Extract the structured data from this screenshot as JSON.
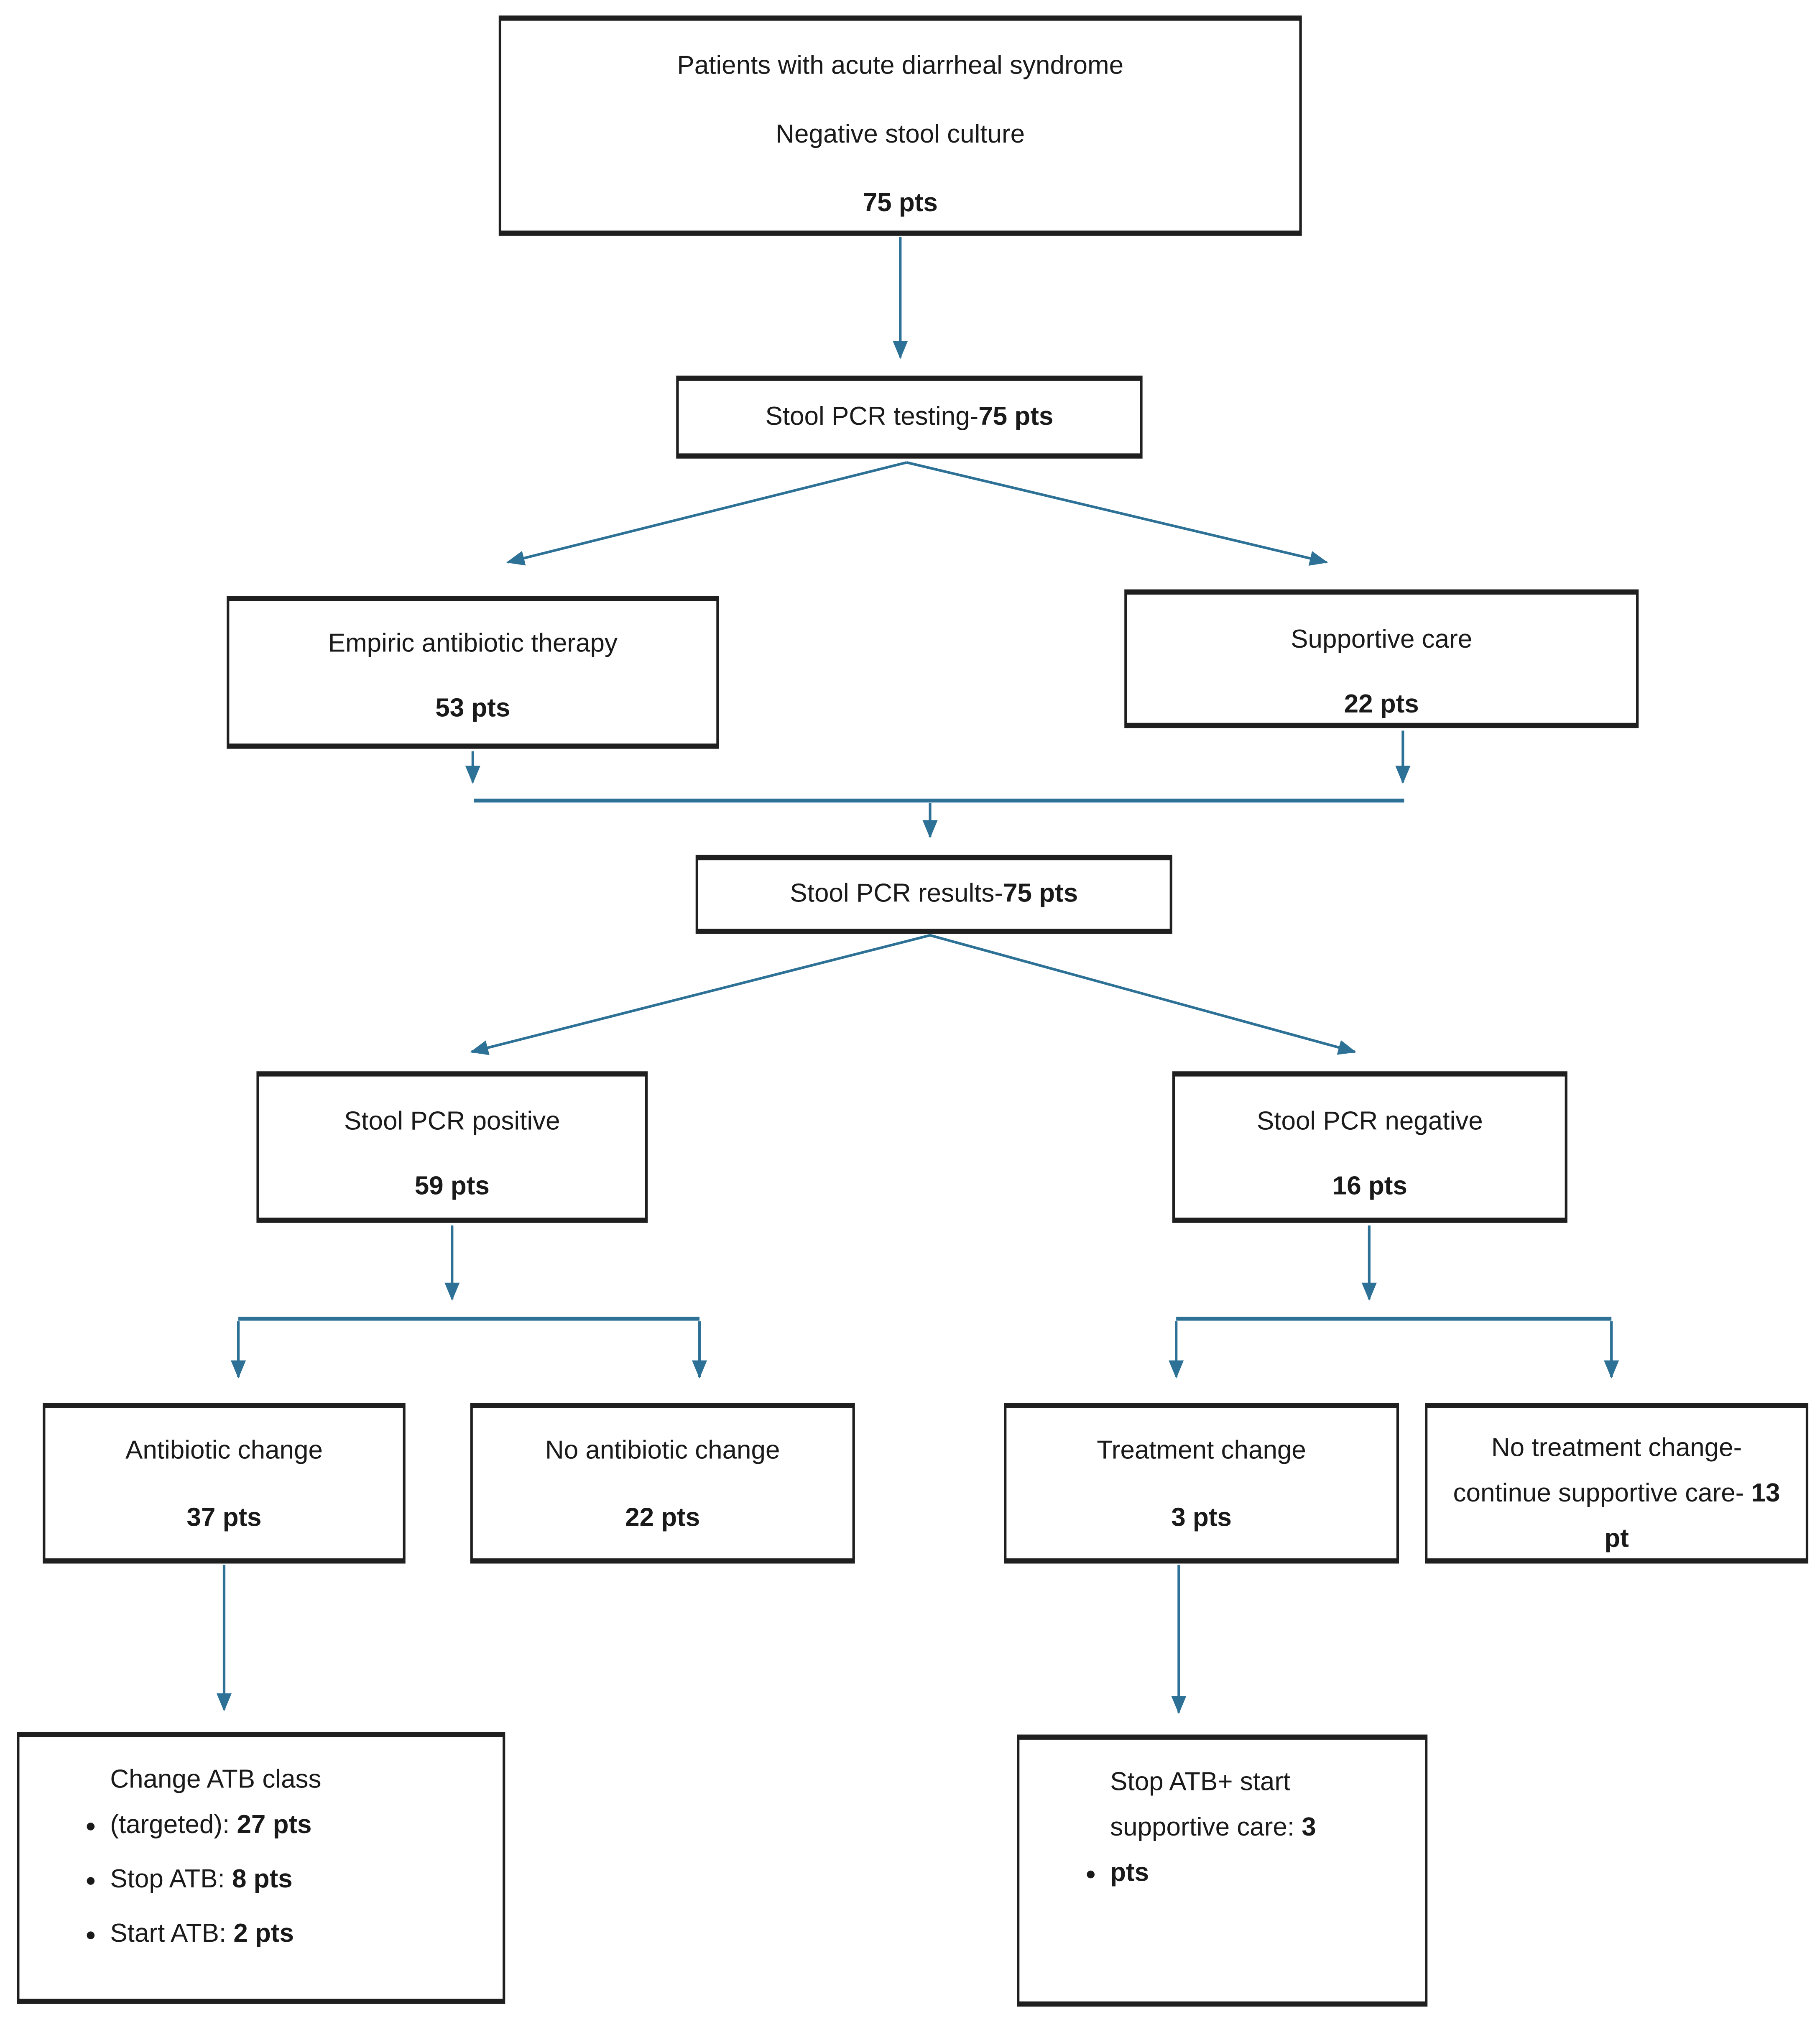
{
  "diagram": {
    "title_hint": "Patient flow diagram for stool PCR testing",
    "colors": {
      "arrow": "#2d7196",
      "box_border": "#1f1f1f",
      "text": "#1a1a1a",
      "background": "#ffffff"
    },
    "nodes": {
      "root": {
        "line1": "Patients with acute diarrheal syndrome",
        "line2": "Negative stool culture",
        "pts": "75 pts"
      },
      "pcr_testing": {
        "title": "Stool PCR testing- ",
        "pts": "75 pts"
      },
      "empiric": {
        "title": "Empiric antibiotic therapy",
        "pts": "53 pts"
      },
      "supportive": {
        "title": "Supportive care",
        "pts": "22 pts"
      },
      "pcr_results": {
        "title": "Stool PCR results- ",
        "pts": "75 pts"
      },
      "pcr_positive": {
        "title": "Stool PCR positive",
        "pts": "59 pts"
      },
      "pcr_negative": {
        "title": "Stool PCR negative",
        "pts": "16 pts"
      },
      "atb_change": {
        "title": "Antibiotic change",
        "pts": "37 pts"
      },
      "no_atb_change": {
        "title": "No antibiotic change",
        "pts": "22 pts"
      },
      "treatment_change": {
        "title": "Treatment change",
        "pts": "3 pts"
      },
      "no_treatment_change": {
        "title": "No treatment change- continue supportive care- ",
        "pts": "13 pt"
      },
      "atb_change_detail": {
        "bullets": [
          {
            "text": "Change ATB class (targeted): ",
            "value": "27 pts"
          },
          {
            "text": "Stop ATB: ",
            "value": "8 pts"
          },
          {
            "text": "Start ATB: ",
            "value": "2 pts"
          }
        ]
      },
      "treatment_change_detail": {
        "bullets": [
          {
            "text": "Stop ATB+ start supportive care: ",
            "value": "3 pts"
          }
        ]
      }
    }
  }
}
